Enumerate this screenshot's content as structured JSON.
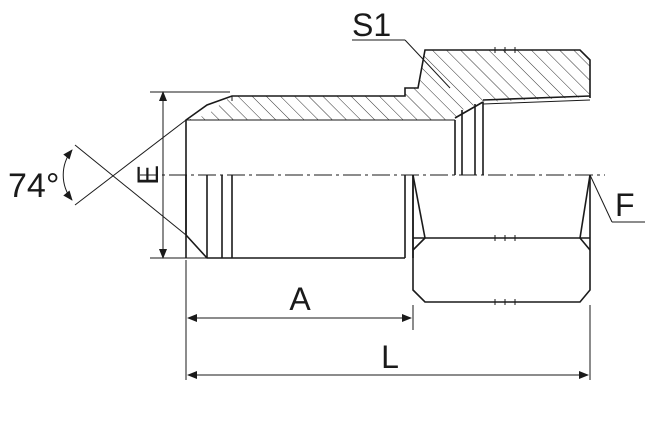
{
  "labels": {
    "s1": "S1",
    "f": "F",
    "e": "E",
    "a": "A",
    "l": "L",
    "angle": "74°"
  }
}
